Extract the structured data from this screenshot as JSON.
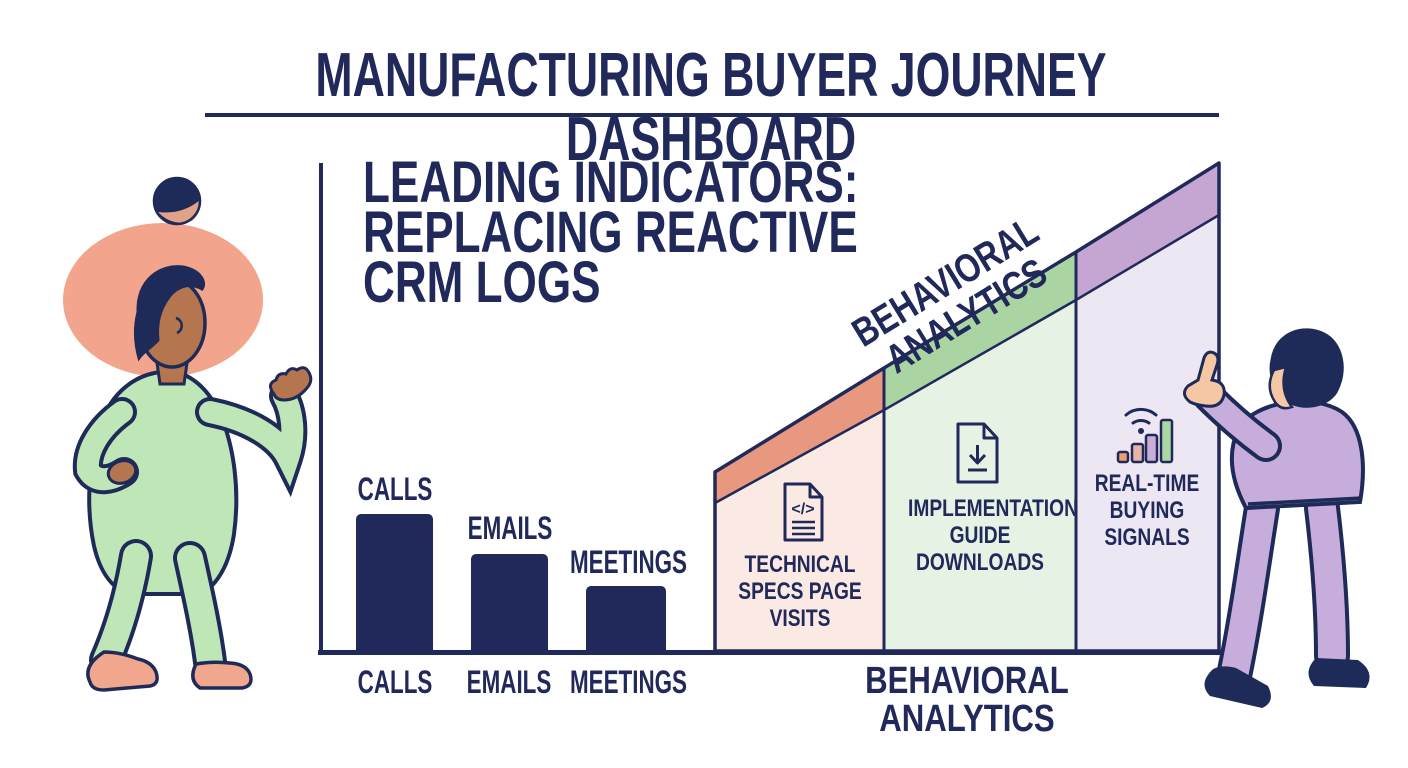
{
  "header": {
    "title": "MANUFACTURING BUYER JOURNEY DASHBOARD"
  },
  "chart": {
    "subtitle": {
      "line1": "LEADING INDICATORS:",
      "line2": "REPLACING REACTIVE",
      "line3": "CRM LOGS"
    },
    "bars": [
      {
        "top_label": "CALLS",
        "bottom_label": "CALLS"
      },
      {
        "top_label": "EMAILS",
        "bottom_label": "EMAILS"
      },
      {
        "top_label": "MEETINGS",
        "bottom_label": "MEETINGS"
      }
    ],
    "behavioral": {
      "diagonal_label": "BEHAVIORAL ANALYTICS",
      "bottom_label": "BEHAVIORAL ANALYTICS",
      "segments": [
        {
          "name": "technical-specs-page-visits",
          "icon": "code-document-icon",
          "line1": "TECHNICAL",
          "line2": "SPECS PAGE",
          "line3": "VISITS"
        },
        {
          "name": "implementation-guide-downloads",
          "icon": "download-document-icon",
          "line1": "IMPLEMENTATION",
          "line2": "GUIDE",
          "line3": "DOWNLOADS"
        },
        {
          "name": "real-time-buying-signals",
          "icon": "signal-strength-icon",
          "line1": "REAL-TIME",
          "line2": "BUYING",
          "line3": "SIGNALS"
        }
      ]
    }
  },
  "colors": {
    "navy": "#20295a",
    "bar_navy": "#20295a",
    "salmon_stripe": "#e8987e",
    "salmon_fill": "#fbeae3",
    "green_stripe": "#aad5a3",
    "green_fill": "#e6f2e3",
    "purple_stripe": "#c5a6d2",
    "purple_fill": "#ede6f3",
    "person_left_outfit": "#bfe6b7",
    "person_left_skin": "#b5764f",
    "person_left_accent_circle": "#f2a58c",
    "person_left_shoes": "#f0a78d",
    "person_right_outfit": "#c6addc",
    "person_right_skin": "#f5c7a4",
    "signal_bar_colors": [
      "#eda06b",
      "#e9b3a9",
      "#c9aed8",
      "#abd7a3"
    ]
  },
  "chart_data": [
    {
      "type": "bar",
      "title": "LEADING INDICATORS: REPLACING REACTIVE CRM LOGS",
      "categories": [
        "CALLS",
        "EMAILS",
        "MEETINGS"
      ],
      "values": [
        136,
        96,
        64
      ],
      "units": "relative height (px), no numeric axis shown",
      "xlabel": "",
      "ylabel": "",
      "grid": false,
      "note": "declining reactive CRM activity"
    },
    {
      "type": "area",
      "title": "BEHAVIORAL ANALYTICS",
      "categories": [
        "TECHNICAL SPECS PAGE VISITS",
        "IMPLEMENTATION GUIDE DOWNLOADS",
        "REAL-TIME BUYING SIGNALS"
      ],
      "segment_start_heights": [
        183,
        287,
        403
      ],
      "segment_end_heights": [
        287,
        403,
        492
      ],
      "units": "relative height (px) of rising wedge above baseline",
      "note": "rising diagonal wedge labeled BEHAVIORAL ANALYTICS"
    }
  ]
}
